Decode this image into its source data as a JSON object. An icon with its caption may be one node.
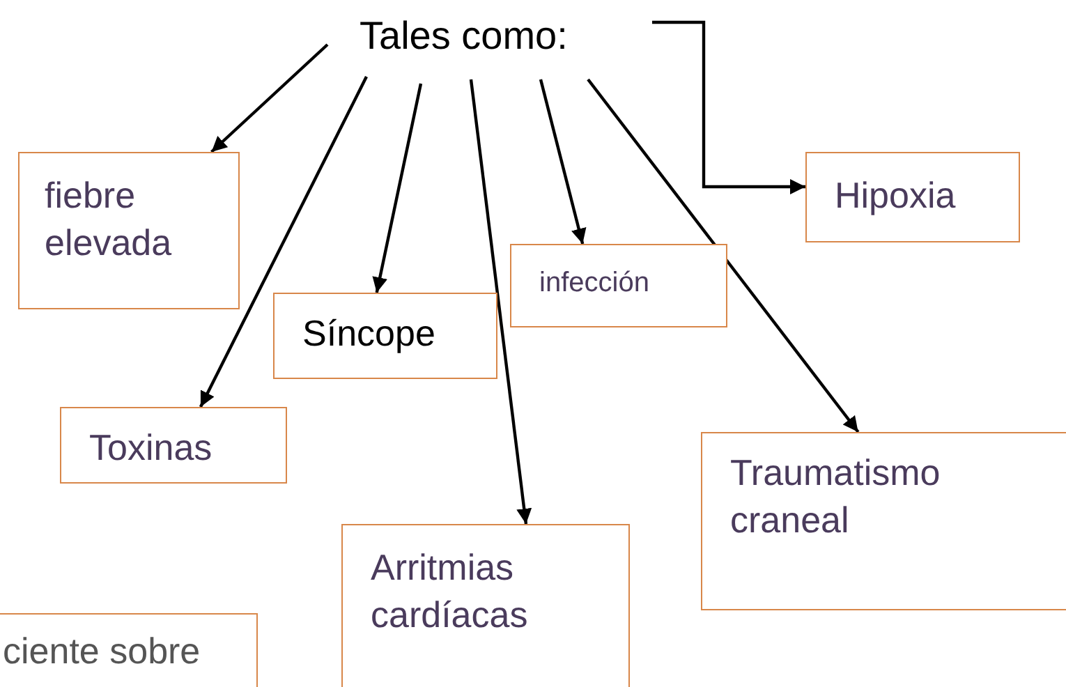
{
  "diagram": {
    "nodes": [
      {
        "text": [
          "Tales como:"
        ]
      },
      {
        "text": [
          "fiebre elevada"
        ]
      },
      {
        "text": [
          "Hipoxia"
        ]
      },
      {
        "text": [
          "infección"
        ]
      },
      {
        "text": [
          "Síncope"
        ]
      },
      {
        "text": [
          "Toxinas"
        ]
      },
      {
        "text": [
          "Traumatismo craneal"
        ]
      },
      {
        "text": [
          "Arritmias cardíacas"
        ]
      },
      {
        "text": [
          "ciente sobre"
        ]
      }
    ],
    "edges": [
      {
        "from": 0,
        "to": 1,
        "arrow": "to"
      },
      {
        "from": 0,
        "to": 5,
        "arrow": "to"
      },
      {
        "from": 0,
        "to": 4,
        "arrow": "to"
      },
      {
        "from": 0,
        "to": 7,
        "arrow": "to"
      },
      {
        "from": 0,
        "to": 3,
        "arrow": "to"
      },
      {
        "from": 0,
        "to": 6,
        "arrow": "to"
      },
      {
        "from": 0,
        "to": 2,
        "arrow": "to"
      }
    ]
  }
}
